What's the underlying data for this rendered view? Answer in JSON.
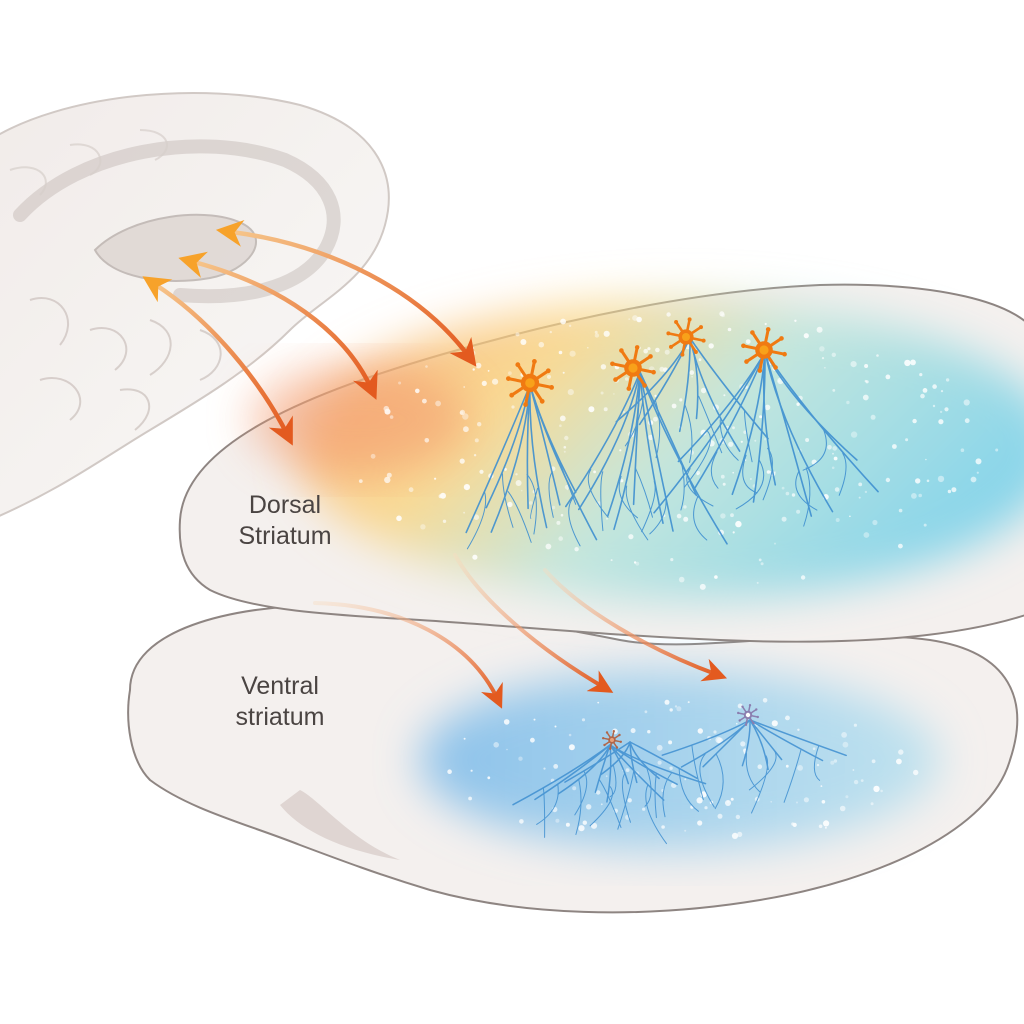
{
  "labels": {
    "dorsal": {
      "line1": "Dorsal",
      "line2": "Striatum"
    },
    "ventral": {
      "line1": "Ventral",
      "line2": "striatum"
    }
  },
  "colors": {
    "outline": "#8e8582",
    "tissue": "#f4f0ee",
    "arrow": "#e35a1f",
    "arrow_faded": "#f6c58a",
    "neuron_body": "#f07a12",
    "neuron_core": "#f8a11a",
    "dendrite": "#3f8fd0",
    "glow_warm": "#f8a56a",
    "glow_yellow": "#fbe38a",
    "glow_cool": "#7fd3ea",
    "glow_blue": "#79b9ea",
    "label_text": "#4a4442"
  },
  "icons": {
    "neuron": "star-neuron-icon",
    "arrow": "curved-arrow-icon"
  }
}
